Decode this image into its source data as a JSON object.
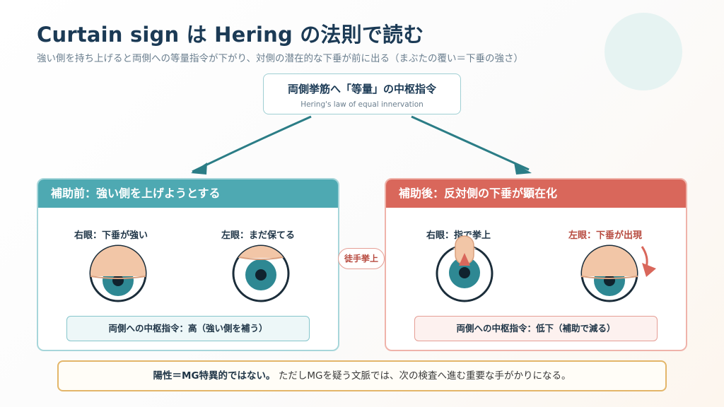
{
  "title": "Curtain sign は Hering の法則で読む",
  "subtitle": "強い側を持ち上げると両側への等量指令が下がり、対側の潜在的な下垂が前に出る（まぶたの覆い＝下垂の強さ）",
  "top_box": {
    "title": "両側挙筋へ「等量」の中枢指令",
    "subtitle": "Hering's law of equal innervation"
  },
  "left_panel": {
    "header": "補助前：強い側を上げようとする",
    "eye_right_label": "右眼：下垂が強い",
    "eye_left_label": "左眼：まだ保てる",
    "note": "両側への中枢指令：高（強い側を補う）"
  },
  "middle_badge": "徒手挙上",
  "right_panel": {
    "header": "補助後：反対側の下垂が顕在化",
    "eye_right_label": "右眼：指で挙上",
    "eye_left_label": "左眼：下垂が出現",
    "note": "両側への中枢指令：低下（補助で減る）"
  },
  "bottom_box": {
    "strong": "陽性＝MG特異的ではない。",
    "text": "ただしMGを疑う文脈では、次の検査へ進む重要な手がかりになる。"
  },
  "colors": {
    "teal": "#4ea9b2",
    "coral": "#d9675b",
    "navy": "#1b3a55",
    "lid": "#f2c6a7",
    "gold": "#e3b66a"
  }
}
